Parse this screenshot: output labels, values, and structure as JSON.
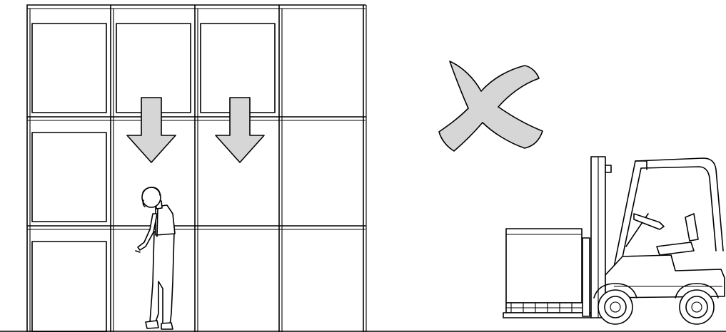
{
  "diagram": {
    "type": "safety-pictogram",
    "colors": {
      "line": "#000000",
      "background": "#ffffff",
      "symbol_fill": "#d6d6d6"
    },
    "icons": [
      "storage-rack-icon",
      "pallet-load-icon",
      "falling-load-arrow-icon",
      "pedestrian-icon",
      "cross-mark-icon",
      "forklift-icon"
    ],
    "rack": {
      "columns": 4,
      "levels": 3,
      "loaded_positions": 5
    },
    "falling_arrows": 2
  }
}
